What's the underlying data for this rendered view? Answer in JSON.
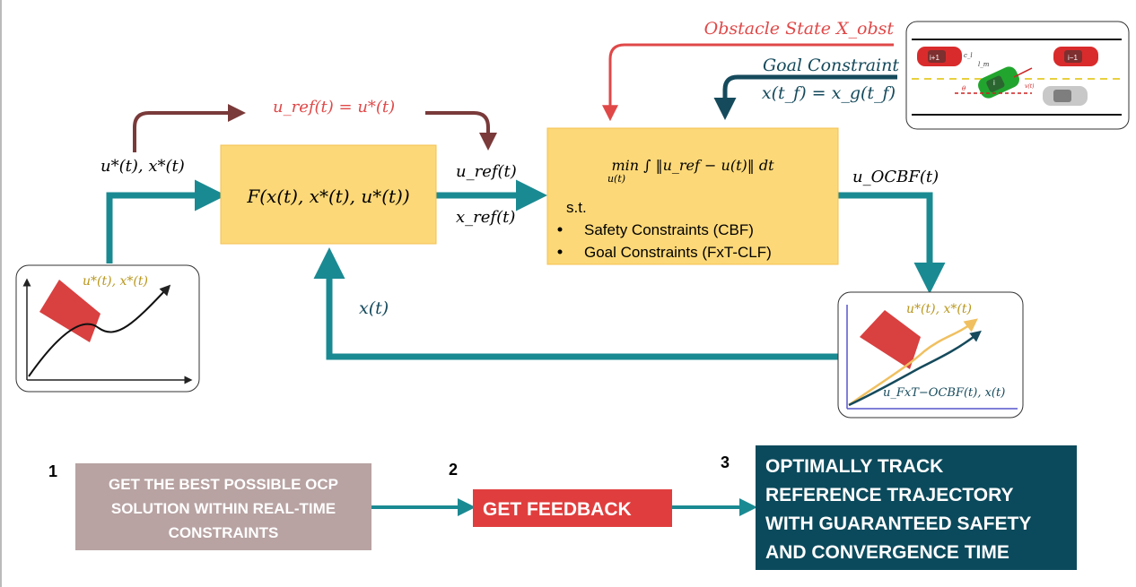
{
  "colors": {
    "teal": "#1a8a92",
    "dark_teal": "#154a5c",
    "obstacle_red": "#e04848",
    "feedback_red": "#e03e3e",
    "maroon": "#7a3a3a",
    "yellow_box": "#fcd878",
    "mauve_box": "#b8a2a2",
    "navy_box": "#0b4a5c",
    "gold_text": "#b8961a"
  },
  "arrows": {
    "optimal_inputs": "u*(t), x*(t)",
    "u_ref_equals": "u_ref(t) = u*(t)",
    "u_ref_out": "u_ref(t)",
    "x_ref_out": "x_ref(t)",
    "u_ocbf": "u_OCBF(t)",
    "feedback_x": "x(t)",
    "obstacle_state": "Obstacle State X_obst",
    "goal_constraint": "Goal Constraint",
    "goal_equation": "x(t_f) = x_g(t_f)"
  },
  "blocks": {
    "reference_function": "F(x(t), x*(t), u*(t))",
    "optimization": {
      "objective": "min ∫ ‖u_ref − u(t)‖ dt",
      "min_variable": "u(t)",
      "subject_to": "s.t.",
      "constraint_1": "Safety Constraints (CBF)",
      "constraint_2": "Goal Constraints (FxT-CLF)"
    }
  },
  "plots": {
    "left_label": "u*(t), x*(t)",
    "right_label_top": "u*(t), x*(t)",
    "right_label_bottom": "u_FxT−OCBF(t), x(t)"
  },
  "scene": {
    "vehicle_labels": [
      "i−1",
      "i",
      "i+1"
    ],
    "annotations": [
      "c_l",
      "l_m",
      "θ",
      "v(t)"
    ]
  },
  "steps": [
    {
      "number": "1",
      "label_lines": [
        "GET THE BEST POSSIBLE OCP",
        "SOLUTION WITHIN REAL-TIME",
        "CONSTRAINTS"
      ]
    },
    {
      "number": "2",
      "label_lines": [
        "GET FEEDBACK"
      ]
    },
    {
      "number": "3",
      "label_lines": [
        "OPTIMALLY TRACK",
        "REFERENCE TRAJECTORY",
        "WITH GUARANTEED SAFETY",
        "AND CONVERGENCE TIME"
      ]
    }
  ]
}
